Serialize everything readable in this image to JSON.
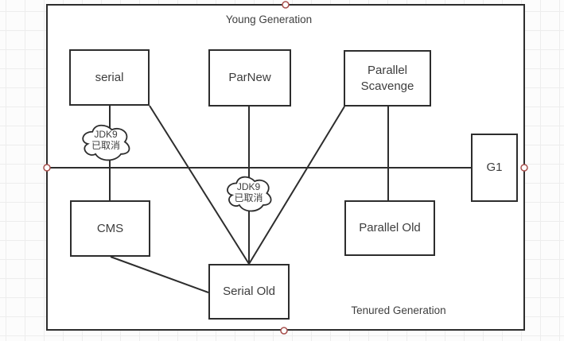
{
  "diagram": {
    "region_labels": {
      "young": "Young Generation",
      "tenured": "Tenured Generation"
    },
    "nodes": {
      "serial": "serial",
      "parnew": "ParNew",
      "parallel_scavenge": "Parallel Scavenge",
      "g1": "G1",
      "cms": "CMS",
      "parallel_old": "Parallel Old",
      "serial_old": "Serial Old"
    },
    "clouds": {
      "serial_note": {
        "line1": "JDK9",
        "line2": "已取消"
      },
      "parnew_note": {
        "line1": "JDK9",
        "line2": "已取消"
      }
    },
    "edges": [
      {
        "from": "serial",
        "to": "cms"
      },
      {
        "from": "serial",
        "to": "serial_old"
      },
      {
        "from": "parnew",
        "to": "serial_old"
      },
      {
        "from": "parallel_scavenge",
        "to": "serial_old"
      },
      {
        "from": "parallel_scavenge",
        "to": "parallel_old"
      },
      {
        "from": "cms",
        "to": "serial_old"
      }
    ],
    "colors": {
      "stroke": "#2d2d2d",
      "text": "#3d3d3d",
      "handle_stroke": "#a8504d",
      "grid_line": "#ededed",
      "canvas_fill": "#ffffff"
    }
  }
}
